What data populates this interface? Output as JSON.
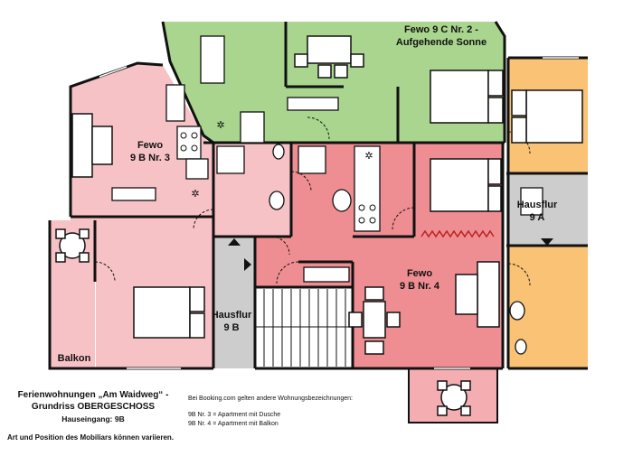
{
  "colors": {
    "fewo_3": "#f7c2c6",
    "fewo_4": "#ef8e92",
    "fewo_9c": "#a9d58e",
    "fewo_9a": "#f9c275",
    "hallway": "#cdcdcd",
    "wall": "#111111"
  },
  "rooms": {
    "fewo_9c_line1": "Fewo 9 C Nr. 2 -",
    "fewo_9c_line2": "Aufgehende Sonne",
    "fewo_3_line1": "Fewo",
    "fewo_3_line2": "9 B Nr. 3",
    "fewo_4_line1": "Fewo",
    "fewo_4_line2": "9 B Nr. 4",
    "hausflur_9a_line1": "Hausflur",
    "hausflur_9a_line2": "9 A",
    "hausflur_9b_line1": "Hausflur",
    "hausflur_9b_line2": "9 B",
    "balkon": "Balkon"
  },
  "caption": {
    "title_line1": "Ferienwohnungen „Am Waidweg“ -",
    "title_line2": "Grundriss OBERGESCHOSS",
    "entrance": "Hauseingang: 9B",
    "note": "Art und Position des Mobiliars können variieren.",
    "booking_line1": "Bei Booking.com gelten andere Wohnungsbezeichnungen:",
    "booking_line2": "9B Nr. 3 = Apartment mit Dusche",
    "booking_line3": "9B Nr. 4 = Apartment mit Balkon"
  },
  "icons": [
    "snowflake-icon",
    "bed-icon",
    "sofa-icon",
    "dining-table-icon",
    "toilet-icon",
    "sink-icon",
    "stove-icon",
    "shower-icon",
    "stairs-icon",
    "arrow-icon"
  ]
}
